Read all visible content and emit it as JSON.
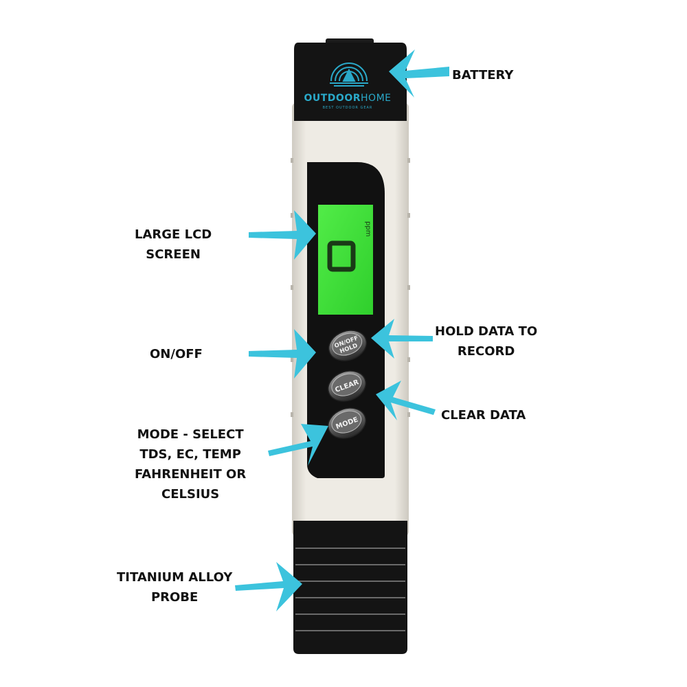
{
  "device": {
    "brand": {
      "part1": "OUTDOOR",
      "part2": "HOME",
      "tagline": "BEST OUTDOOR GEAR"
    },
    "lcd": {
      "reading": "0",
      "unit": "ppm"
    },
    "buttons": {
      "on_off_hold": {
        "line1": "ON/OFF",
        "line2": "HOLD"
      },
      "clear": "CLEAR",
      "mode": "MODE"
    }
  },
  "callouts": {
    "battery": [
      "BATTERY"
    ],
    "lcd": [
      "LARGE LCD",
      "SCREEN"
    ],
    "on_off": [
      "ON/OFF"
    ],
    "hold": [
      "HOLD DATA TO",
      "RECORD"
    ],
    "clear": [
      "CLEAR DATA"
    ],
    "mode": [
      "MODE - SELECT",
      "TDS, EC, TEMP",
      "FAHRENHEIT OR",
      "CELSIUS"
    ],
    "probe": [
      "TITANIUM ALLOY",
      "PROBE"
    ]
  },
  "colors": {
    "arrow": "#3cc3dd",
    "lcd_green": "#3fe03a",
    "body_white": "#ebe8e1",
    "panel_black": "#121212",
    "brand_cyan": "#2aa9c9"
  }
}
